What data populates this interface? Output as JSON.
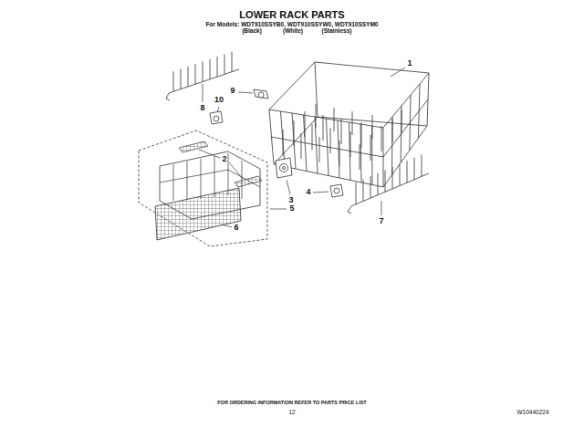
{
  "diagram": {
    "title": "LOWER RACK PARTS",
    "labels": [
      "For Models: WDT910SSYB0, WDT910SSYW0, WDT910SSYM0",
      "(Black)",
      "(White)",
      "(Stainless)",
      "1",
      "9",
      "10",
      "8",
      "2",
      "3",
      "4",
      "5",
      "6",
      "7",
      "FOR ORDERING INFORMATION REFER TO PARTS PRICE LIST",
      "12",
      "W10440224"
    ]
  }
}
